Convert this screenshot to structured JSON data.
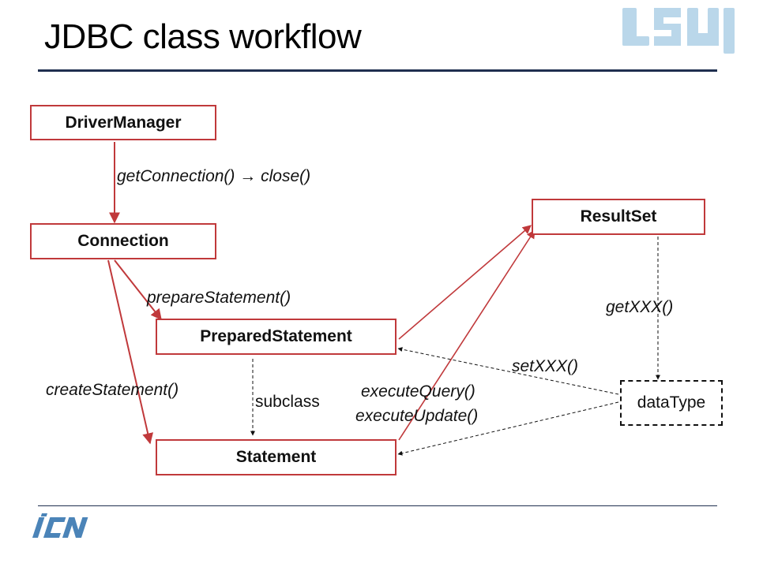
{
  "title": "JDBC class workflow",
  "boxes": {
    "driver_manager": "DriverManager",
    "connection": "Connection",
    "prepared_statement": "PreparedStatement",
    "statement": "Statement",
    "result_set": "ResultSet",
    "data_type": "dataType"
  },
  "edge_labels": {
    "get_connection": "getConnection()",
    "arrow_glyph": "→",
    "close": "close()",
    "prepare_statement": "prepareStatement()",
    "create_statement": "createStatement()",
    "subclass": "subclass",
    "execute_query": "executeQuery()",
    "execute_update": "executeUpdate()",
    "set_xxx": "setXXX()",
    "get_xxx": "getXXX()"
  },
  "logos": {
    "top_right": "LSU",
    "bottom_left": "ICN"
  },
  "colors": {
    "solid_arrow": "#c0393b",
    "dashed_arrow": "#111111",
    "rule": "#1f2f4f",
    "logo_light_blue": "#b3d3e8",
    "logo_blue": "#4b84b8"
  }
}
